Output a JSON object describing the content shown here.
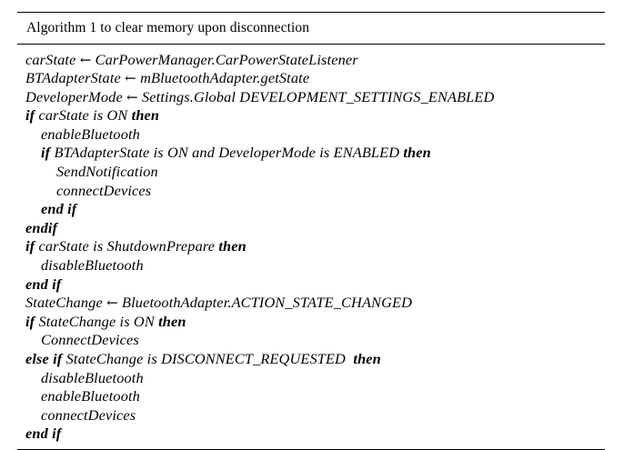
{
  "document": {
    "type": "algorithm-float",
    "background_color": "#ffffff",
    "text_color": "#000000",
    "rule_color": "#000000"
  },
  "algorithm": {
    "title": "Algorithm 1 to clear memory upon disconnection",
    "arrow_glyph": "←",
    "lines": [
      {
        "indent": 0,
        "segments": [
          {
            "text": "carState ",
            "style": "italic"
          },
          {
            "text": "←",
            "style": "arrow"
          },
          {
            "text": " CarPowerManager.CarPowerStateListener",
            "style": "italic"
          }
        ]
      },
      {
        "indent": 0,
        "segments": [
          {
            "text": "BTAdapterState ",
            "style": "italic"
          },
          {
            "text": "←",
            "style": "arrow"
          },
          {
            "text": " mBluetoothAdapter.getState",
            "style": "italic"
          }
        ]
      },
      {
        "indent": 0,
        "segments": [
          {
            "text": "DeveloperMode ",
            "style": "italic"
          },
          {
            "text": "←",
            "style": "arrow"
          },
          {
            "text": " Settings.Global DEVELOPMENT_SETTINGS_ENABLED",
            "style": "italic"
          }
        ]
      },
      {
        "indent": 0,
        "segments": [
          {
            "text": "if",
            "style": "keyword"
          },
          {
            "text": " carState is ON ",
            "style": "italic"
          },
          {
            "text": "then",
            "style": "keyword"
          }
        ]
      },
      {
        "indent": 1,
        "segments": [
          {
            "text": "enableBluetooth",
            "style": "italic"
          }
        ]
      },
      {
        "indent": 1,
        "segments": [
          {
            "text": "if",
            "style": "keyword"
          },
          {
            "text": " BTAdapterState is ON and DeveloperMode is ENABLED ",
            "style": "italic"
          },
          {
            "text": "then",
            "style": "keyword"
          }
        ]
      },
      {
        "indent": 3,
        "segments": [
          {
            "text": "SendNotification",
            "style": "italic"
          }
        ]
      },
      {
        "indent": 3,
        "segments": [
          {
            "text": "connectDevices",
            "style": "italic"
          }
        ]
      },
      {
        "indent": 2,
        "segments": [
          {
            "text": "end if",
            "style": "keyword"
          }
        ]
      },
      {
        "indent": 0,
        "segments": [
          {
            "text": "endif",
            "style": "keyword"
          }
        ]
      },
      {
        "indent": 0,
        "segments": [
          {
            "text": "if",
            "style": "keyword"
          },
          {
            "text": " carState is ShutdownPrepare ",
            "style": "italic"
          },
          {
            "text": "then",
            "style": "keyword"
          }
        ]
      },
      {
        "indent": 1,
        "segments": [
          {
            "text": "disableBluetooth",
            "style": "italic"
          }
        ]
      },
      {
        "indent": 0,
        "segments": [
          {
            "text": "end if",
            "style": "keyword"
          }
        ]
      },
      {
        "indent": 0,
        "segments": [
          {
            "text": "StateChange ",
            "style": "italic"
          },
          {
            "text": "←",
            "style": "arrow"
          },
          {
            "text": " BluetoothAdapter.ACTION_STATE_CHANGED",
            "style": "italic"
          }
        ]
      },
      {
        "indent": 0,
        "segments": [
          {
            "text": "if",
            "style": "keyword"
          },
          {
            "text": " StateChange is ON ",
            "style": "italic"
          },
          {
            "text": "then",
            "style": "keyword"
          }
        ]
      },
      {
        "indent": 1,
        "segments": [
          {
            "text": "ConnectDevices",
            "style": "italic"
          }
        ]
      },
      {
        "indent": 0,
        "segments": [
          {
            "text": "else if",
            "style": "keyword"
          },
          {
            "text": " StateChange is DISCONNECT_REQUESTED  ",
            "style": "italic"
          },
          {
            "text": "then",
            "style": "keyword"
          }
        ]
      },
      {
        "indent": 1,
        "segments": [
          {
            "text": "disableBluetooth",
            "style": "italic"
          }
        ]
      },
      {
        "indent": 1,
        "segments": [
          {
            "text": "enableBluetooth",
            "style": "italic"
          }
        ]
      },
      {
        "indent": 1,
        "segments": [
          {
            "text": "connectDevices",
            "style": "italic"
          }
        ]
      },
      {
        "indent": 0,
        "segments": [
          {
            "text": "end if",
            "style": "keyword"
          }
        ]
      }
    ]
  }
}
